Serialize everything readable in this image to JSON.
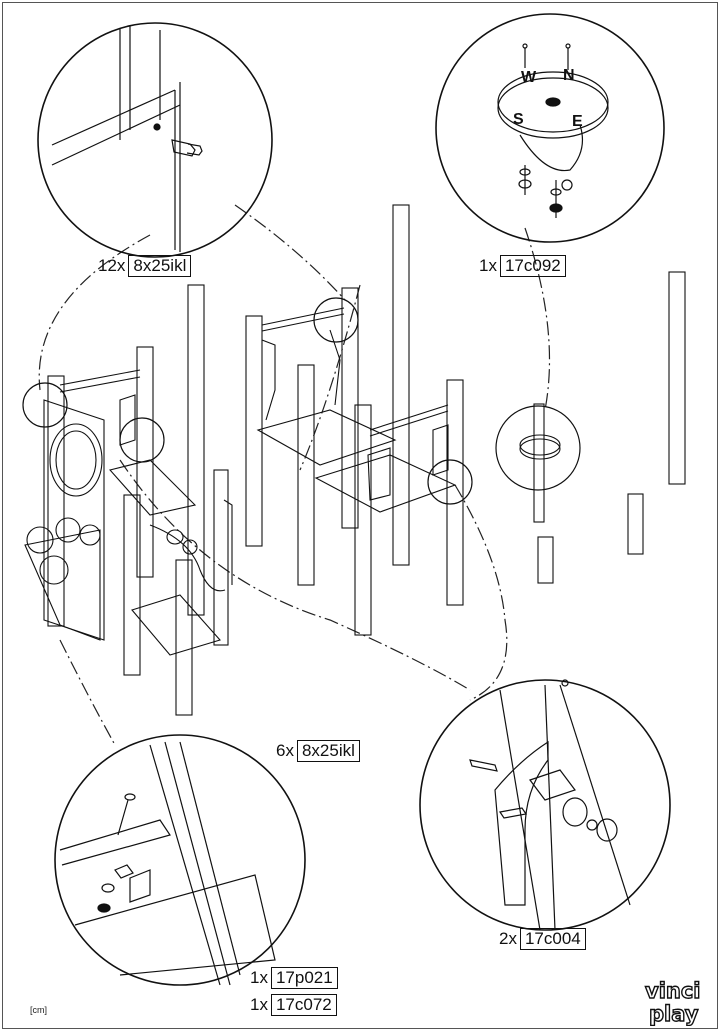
{
  "labels": {
    "top_left": {
      "qty": "12x",
      "code": "8x25ikl"
    },
    "top_right": {
      "qty": "1x",
      "code": "17c092"
    },
    "middle_left": {
      "qty": "6x",
      "code": "8x25ikl"
    },
    "bottom_right": {
      "qty": "2x",
      "code": "17c004"
    },
    "bottom_left_1": {
      "qty": "1x",
      "code": "17p021"
    },
    "bottom_left_2": {
      "qty": "1x",
      "code": "17c072"
    }
  },
  "unit": "[cm]",
  "brand": {
    "line1": "vinci",
    "line2": "play"
  },
  "sign_letters": [
    "W",
    "N",
    "S",
    "E"
  ]
}
